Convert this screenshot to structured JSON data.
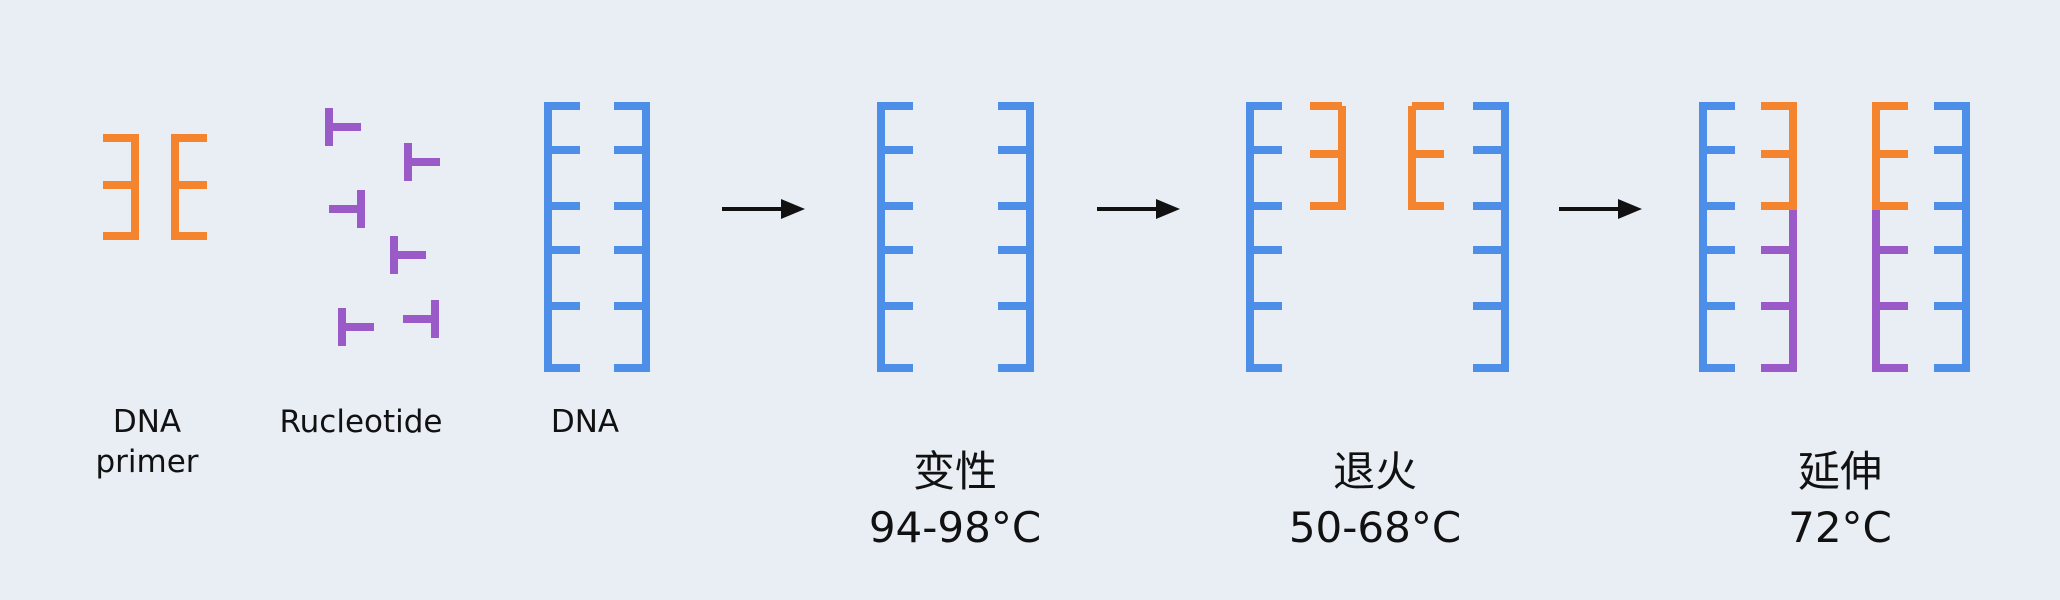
{
  "colors": {
    "background": "#e9eef5",
    "dna": "#4d8fe8",
    "primer": "#f5842f",
    "nucleotide": "#9a5ac7",
    "arrow": "#111111",
    "text": "#111111"
  },
  "legend": {
    "primer_label_line1": "DNA",
    "primer_label_line2": "primer",
    "nucleotide_label": "Rucleotide",
    "dna_label": "DNA"
  },
  "steps": [
    {
      "name": "变性",
      "temperature": "94-98°C"
    },
    {
      "name": "退火",
      "temperature": "50-68°C"
    },
    {
      "name": "延伸",
      "temperature": "72°C"
    }
  ]
}
